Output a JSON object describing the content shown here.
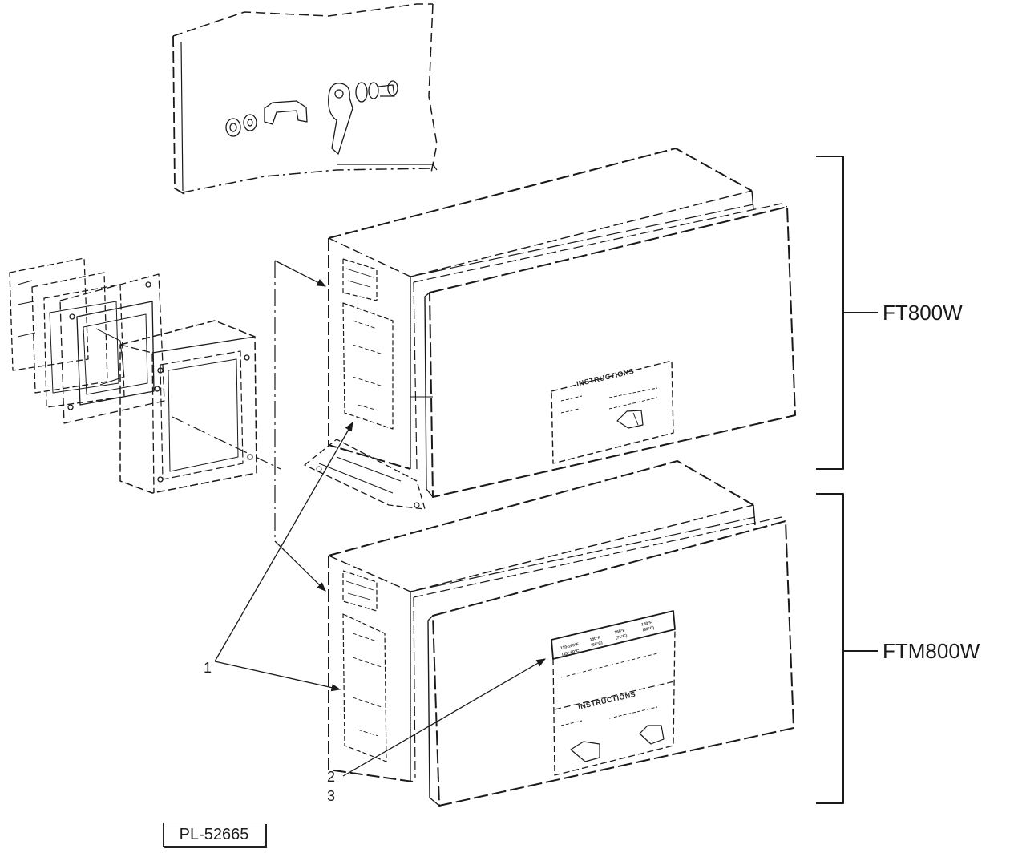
{
  "diagram": {
    "models": {
      "upper": "FT800W",
      "lower": "FTM800W"
    },
    "callouts": {
      "one": "1",
      "two": "2",
      "three": "3"
    },
    "instruction_label": "INSTRUCTIONS",
    "temperature_strip": [
      "110-160°F",
      "(43°-60°C)",
      "150°F",
      "(66°C)",
      "160°F",
      "(71°C)",
      "180°F",
      "(82°C)"
    ],
    "plate_id": "PL-52665"
  }
}
